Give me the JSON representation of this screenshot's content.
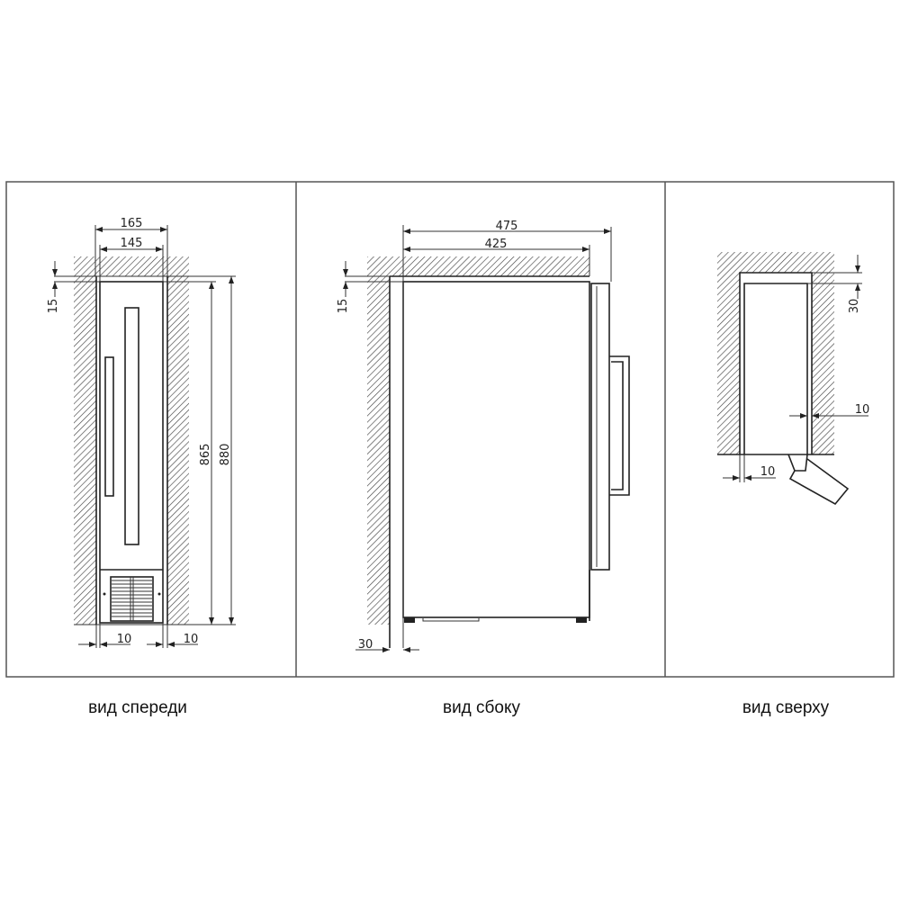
{
  "views": {
    "front": {
      "caption": "вид спереди",
      "dims": {
        "outer_width": "165",
        "inner_width": "145",
        "top_gap": "15",
        "height_unit": "865",
        "height_niche": "880",
        "side_gap_left": "10",
        "side_gap_right": "10"
      }
    },
    "side": {
      "caption": "вид сбоку",
      "dims": {
        "depth_total": "475",
        "depth_body": "425",
        "top_gap": "15",
        "back_gap": "30"
      }
    },
    "top": {
      "caption": "вид сверху",
      "dims": {
        "back_gap": "30",
        "side_gap_right": "10",
        "side_gap_left": "10"
      }
    }
  },
  "colors": {
    "line": "#222222",
    "hatch": "#444444",
    "frame": "#555555"
  }
}
